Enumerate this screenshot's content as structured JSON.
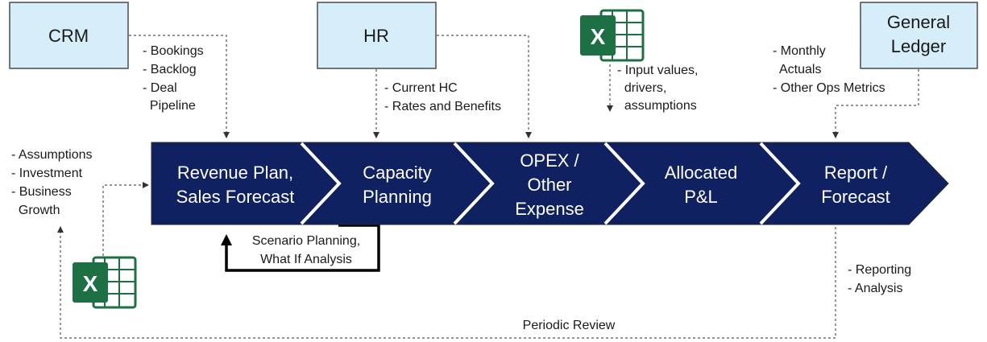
{
  "sources": {
    "crm": "CRM",
    "hr": "HR",
    "gl_line1": "General",
    "gl_line2": "Ledger"
  },
  "notes": {
    "crm": [
      "- Bookings",
      "- Backlog",
      "- Deal",
      "  Pipeline"
    ],
    "hr": [
      "- Current HC",
      "- Rates and Benefits"
    ],
    "excel_top": [
      "- Input values,",
      "  drivers,",
      "  assumptions"
    ],
    "gl": [
      "- Monthly",
      "  Actuals",
      "- Other Ops Metrics"
    ],
    "left": [
      "- Assumptions",
      "- Investment",
      "- Business",
      "  Growth"
    ],
    "scenario": [
      "Scenario Planning,",
      "What If Analysis"
    ],
    "report": [
      "- Reporting",
      "- Analysis"
    ],
    "periodic": "Periodic Review"
  },
  "process": {
    "step1": [
      "Revenue Plan,",
      "Sales Forecast"
    ],
    "step2": [
      "Capacity",
      "Planning"
    ],
    "step3": [
      "OPEX /",
      "Other",
      "Expense"
    ],
    "step4": [
      "Allocated",
      "P&L"
    ],
    "step5": [
      "Report /",
      "Forecast"
    ]
  },
  "icons": {
    "excel_top": "excel-icon",
    "excel_bottom": "excel-icon"
  },
  "colors": {
    "chevron_fill": "#0f2160",
    "source_box_fill": "#d6eef9",
    "excel_green": "#1d7044"
  }
}
